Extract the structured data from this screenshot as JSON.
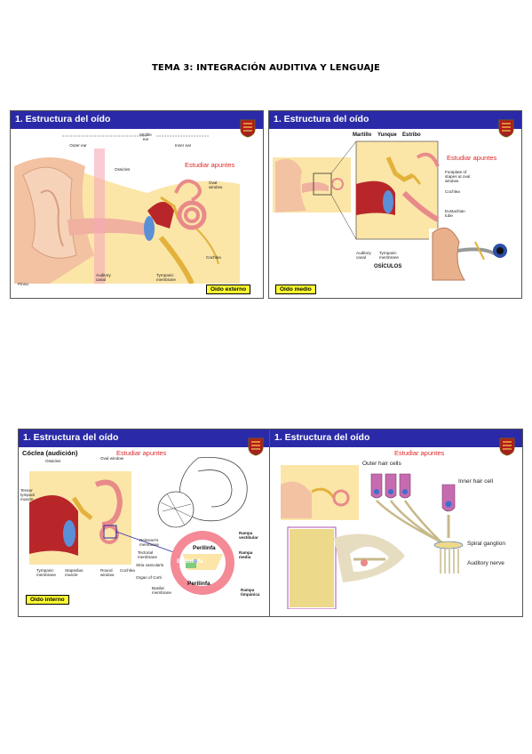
{
  "page": {
    "title": "TEMA 3: INTEGRACIÓN AUDITIVA Y LENGUAJE"
  },
  "slides": [
    {
      "title": "1. Estructura del oído",
      "study": "Estudiar apuntes",
      "tag": "Oído externo",
      "sections": [
        "Outer ear",
        "Middle ear",
        "Inner ear"
      ],
      "labels": {
        "ossicles": "Ossicles",
        "oval": "Oval window",
        "cochlea": "Cochlea",
        "pinna": "Pinna",
        "canal": "Auditory canal",
        "tympanic": "Tympanic membrane"
      }
    },
    {
      "title": "1. Estructura del oído",
      "study": "Estudiar apuntes",
      "tag": "Oído medio",
      "bones": [
        "Martillo",
        "Yunque",
        "Estribo"
      ],
      "labels": {
        "footplate": "Footplate of stapes at oval window",
        "cochlea": "Cochlea",
        "eustachian": "Eustachian tube",
        "canal": "Auditory canal",
        "tympanic": "Tympanic membrane",
        "osiculos": "OSÍCULOS"
      }
    },
    {
      "title": "1. Estructura del oído",
      "study": "Estudiar apuntes",
      "tag": "Oído interno",
      "heading": "Cóclea (audición)",
      "labels": {
        "ossicles": "Ossicles",
        "oval": "Oval window",
        "tensor": "Tensor tympani muscle",
        "tympanic": "Tympanic membrane",
        "stapedius": "Stapedius muscle",
        "round": "Round window",
        "cochlea": "Cochlea",
        "reissner": "Reissner's membrane",
        "tectorial": "Tectorial membrane",
        "stria": "Stria vascularis",
        "corti": "Organ of Corti",
        "basilar": "Basilar membrane",
        "perilinfa": "Perilinfa",
        "endolinfa": "Endolinfa",
        "rampa_v": "Rampa vestibular",
        "rampa_m": "Rampa media",
        "rampa_t": "Rampa timpánica"
      }
    },
    {
      "title": "1. Estructura del oído",
      "study": "Estudiar apuntes",
      "labels": {
        "outer": "Outer hair cells",
        "inner": "Inner hair cell",
        "spiral": "Spiral ganglion",
        "nerve": "Auditory nerve"
      }
    }
  ],
  "colors": {
    "header": "#2a2aa8",
    "study": "#e0262a",
    "tag": "#ffff33",
    "skin": "#f2c2a2",
    "bone": "#ecd98a",
    "cochlea": "#e98a8a"
  }
}
